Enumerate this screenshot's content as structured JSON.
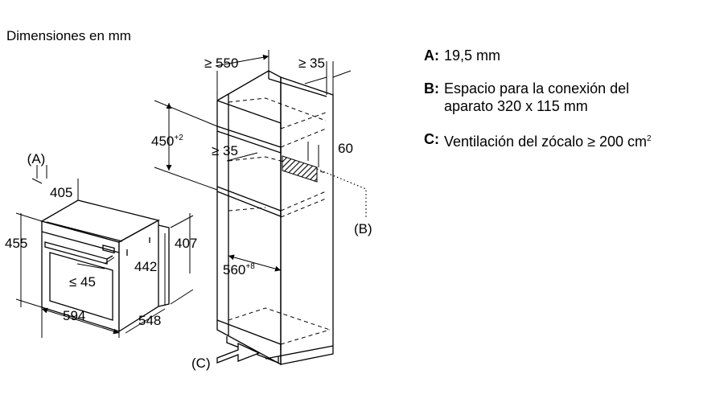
{
  "title": "Dimensiones en mm",
  "labels": {
    "a_marker": "(A)",
    "b_marker": "(B)",
    "c_marker": "(C)"
  },
  "oven_dims": {
    "width_front": "594",
    "depth": "548",
    "height_total": "455",
    "height_body": "442",
    "height_side": "407",
    "top_width": "405",
    "handle_gap": "≤ 45"
  },
  "cabinet_dims": {
    "depth_min": "≥ 550",
    "back_gap": "≥ 35",
    "niche_height": "450",
    "niche_height_tol": "+2",
    "shelf_gap": "≥ 35",
    "side_value": "60",
    "niche_width": "560",
    "niche_width_tol": "+8"
  },
  "legend": [
    {
      "key": "A:",
      "text": "19,5 mm"
    },
    {
      "key": "B:",
      "text": "Espacio para la conexión del\naparato 320 x 115 mm"
    },
    {
      "key": "C:",
      "text": "Ventilación del zócalo ≥ 200 cm",
      "sup": "2"
    }
  ]
}
